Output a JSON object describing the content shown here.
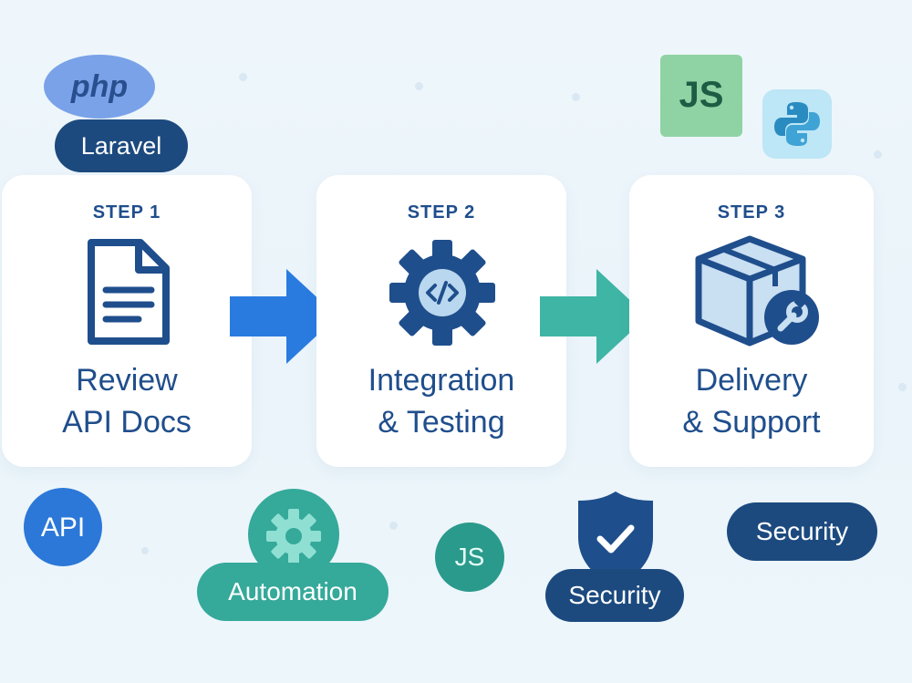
{
  "steps": [
    {
      "label": "STEP 1",
      "title_line1": "Review",
      "title_line2": "API Docs",
      "icon": "document-icon"
    },
    {
      "label": "STEP 2",
      "title_line1": "Integration",
      "title_line2": "& Testing",
      "icon": "code-gear-icon"
    },
    {
      "label": "STEP 3",
      "title_line1": "Delivery",
      "title_line2": "& Support",
      "icon": "box-wrench-icon"
    }
  ],
  "badges": {
    "php": "PHP",
    "laravel": "Laravel",
    "js_top": "JS",
    "api": "API",
    "automation": "Automation",
    "js_bottom": "JS",
    "security_shield": "Security",
    "security_pill": "Security"
  },
  "colors": {
    "navy": "#1f4e8c",
    "blue_arrow": "#2a7be0",
    "teal_arrow": "#3fb5a5",
    "teal": "#35a99a",
    "dark_navy": "#1c4a7f"
  }
}
